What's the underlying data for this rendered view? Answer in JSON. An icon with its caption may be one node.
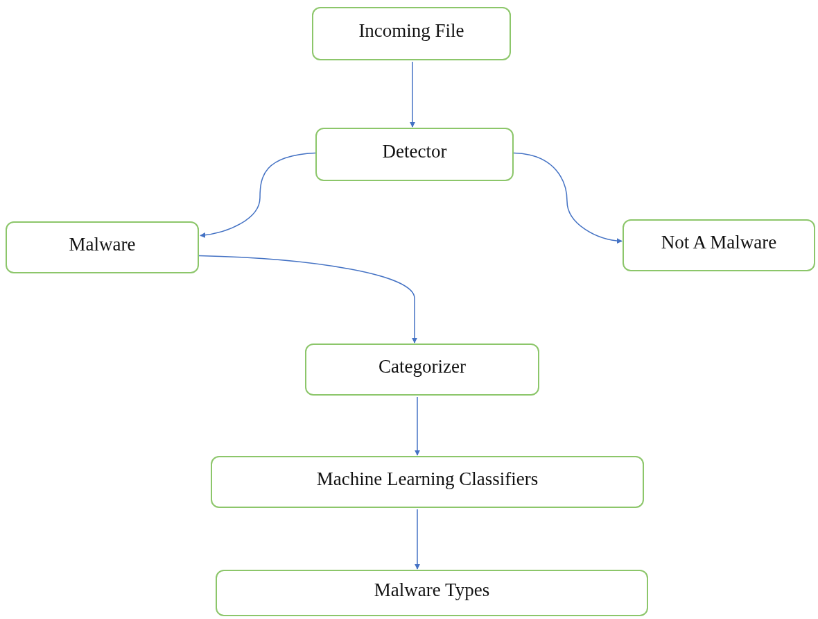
{
  "diagram": {
    "nodes": [
      {
        "text": [
          "Incoming File"
        ]
      },
      {
        "text": [
          "Detector"
        ]
      },
      {
        "text": [
          "Malware"
        ]
      },
      {
        "text": [
          "Not A Malware"
        ]
      },
      {
        "text": [
          "Categorizer"
        ]
      },
      {
        "text": [
          "Machine Learning Classifiers"
        ]
      },
      {
        "text": [
          "Malware Types"
        ]
      }
    ],
    "edges": [
      {
        "from": 0,
        "to": 1,
        "arrow": "to"
      },
      {
        "from": 1,
        "to": 2,
        "arrow": "to"
      },
      {
        "from": 1,
        "to": 3,
        "arrow": "to"
      },
      {
        "from": 2,
        "to": 4,
        "arrow": "to"
      },
      {
        "from": 4,
        "to": 5,
        "arrow": "to"
      },
      {
        "from": 5,
        "to": 6,
        "arrow": "to"
      }
    ]
  }
}
